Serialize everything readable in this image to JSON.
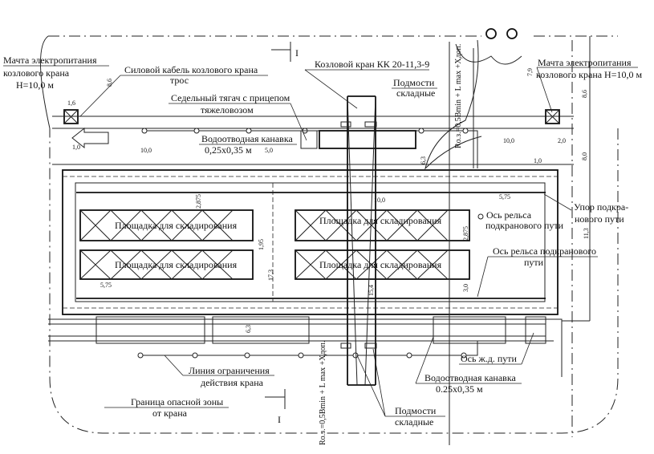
{
  "labels": {
    "mast_left_1": "Мачта электропитания",
    "mast_left_2": "козлового крана",
    "mast_left_3": "Н=10,0 м",
    "power_cable_1": "Силовой кабель козлового крана",
    "power_cable_2": "трос",
    "crane": "Козловой кран КК 20-11,3-9",
    "scaffold_top_1": "Подмости",
    "scaffold_top_2": "складные",
    "tractor_1": "Седельный тягач с прицепом",
    "tractor_2": "тяжеловозом",
    "drain_top_1": "Водоотводная канавка",
    "drain_top_2": "0,25х0,35 м",
    "mast_right_1": "Мачта электропитания",
    "mast_right_2": "козлового крана Н=10,0 м",
    "stop_1": "Упор подкра-",
    "stop_2": "нового пути",
    "rail_axis_1a": "Ось рельса",
    "rail_axis_1b": "подкранового пути",
    "rail_axis_2a": "Ось рельса подкранового",
    "rail_axis_2b": "пути",
    "platform_1": "Площадка для складирования",
    "platform_2": "Площадка для складирования",
    "platform_3": "Площадка для складирования",
    "platform_4": "Площадка для складирования",
    "railway_axis": "Ось ж.д. пути",
    "drain_bottom_1": "Водоотводная канавка",
    "drain_bottom_2": "0.25х0,35 м",
    "limit_line_1": "Линия ограничения",
    "limit_line_2": "действия крана",
    "danger_zone_1": "Граница опасной зоны",
    "danger_zone_2": "от крана",
    "scaffold_bottom_1": "Подмости",
    "scaffold_bottom_2": "складные",
    "formula_top": "Rо.з.=0,5Bmin + L max +Xдоп.",
    "formula_bottom": "Rо.з.=0,5Bmin + L max +Xдоп.",
    "section_mark": "I"
  },
  "dimensions": {
    "d_8_6_left": "8,6",
    "d_1_6": "1,6",
    "d_1_0a": "1,0",
    "d_10_0a": "10,0",
    "d_5_0": "5,0",
    "d_6_3": "6,3",
    "d_7_9": "7,9",
    "d_8_6_right": "8,6",
    "d_10_0b": "10,0",
    "d_2_0": "2,0",
    "d_1_0b": "1,0",
    "d_8_0": "8,0",
    "d_11_3": "11,3",
    "d_5_75a": "5,75",
    "d_5_75b": "5,75",
    "d_10_0c": "10,0",
    "d_2_875a": "2,875",
    "d_1_95": "1,95",
    "d_2_875b": "2,875",
    "d_3_0": "3,0",
    "d_17_3": "17,3",
    "d_15_4": "15,4",
    "d_6_3b": "6,3"
  }
}
